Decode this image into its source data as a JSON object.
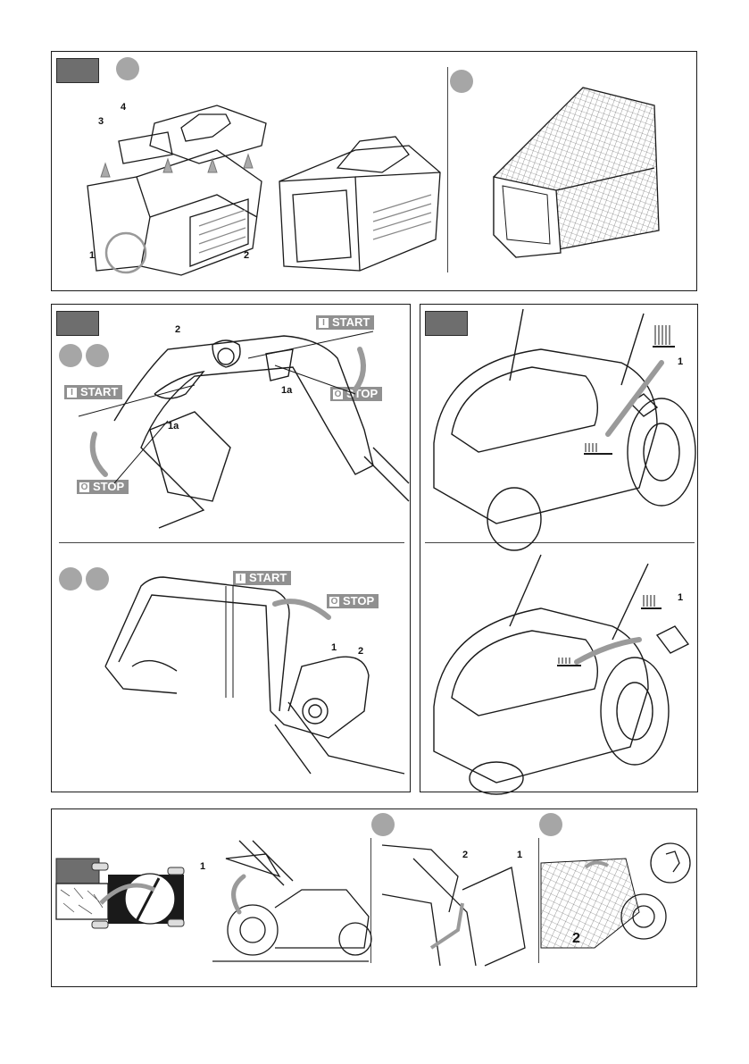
{
  "start_label": "START",
  "stop_label": "STOP",
  "start_symbol": "I",
  "stop_symbol": "O",
  "callouts": {
    "p1": [
      "4",
      "3",
      "1",
      "2"
    ],
    "p2a": [
      "2",
      "1a",
      "1a"
    ],
    "p2b": [
      "1",
      "2"
    ],
    "p3a": [
      "1"
    ],
    "p3b": [
      "1"
    ],
    "p4": [
      "1",
      "2",
      "1",
      "2"
    ]
  },
  "colors": {
    "tag": "#6e6e6e",
    "step_dot": "#a6a6a6",
    "label_bg": "#909090",
    "line": "#1a1a1a",
    "arrow": "#9a9a9a"
  }
}
